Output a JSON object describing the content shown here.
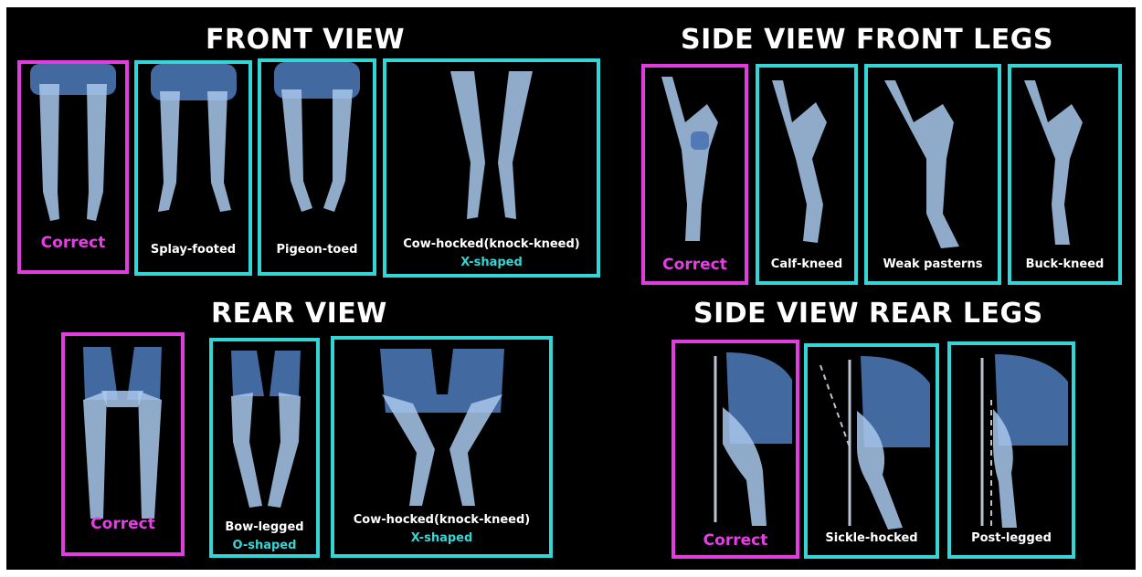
{
  "headings": {
    "front_view": "FRONT VIEW",
    "side_front": "SIDE VIEW FRONT LEGS",
    "rear_view": "REAR VIEW",
    "side_rear": "SIDE VIEW REAR LEGS"
  },
  "front_view": [
    {
      "label": "Correct",
      "sublabel": ""
    },
    {
      "label": "Splay-footed",
      "sublabel": ""
    },
    {
      "label": "Pigeon-toed",
      "sublabel": ""
    },
    {
      "label": "Cow-hocked(knock-kneed)",
      "sublabel": "X-shaped"
    }
  ],
  "side_front": [
    {
      "label": "Correct"
    },
    {
      "label": "Calf-kneed"
    },
    {
      "label": "Weak pasterns"
    },
    {
      "label": "Buck-kneed"
    }
  ],
  "rear_view": [
    {
      "label": "Correct",
      "sublabel": ""
    },
    {
      "label": "Bow-legged",
      "sublabel": "O-shaped"
    },
    {
      "label": "Cow-hocked(knock-kneed)",
      "sublabel": "X-shaped"
    }
  ],
  "side_rear": [
    {
      "label": "Correct"
    },
    {
      "label": "Sickle-hocked"
    },
    {
      "label": "Post-legged"
    }
  ],
  "colors": {
    "correct_border": "#e03ce0",
    "fault_border": "#33d6d6",
    "background": "#000000",
    "limb": "#a9c8ec"
  }
}
